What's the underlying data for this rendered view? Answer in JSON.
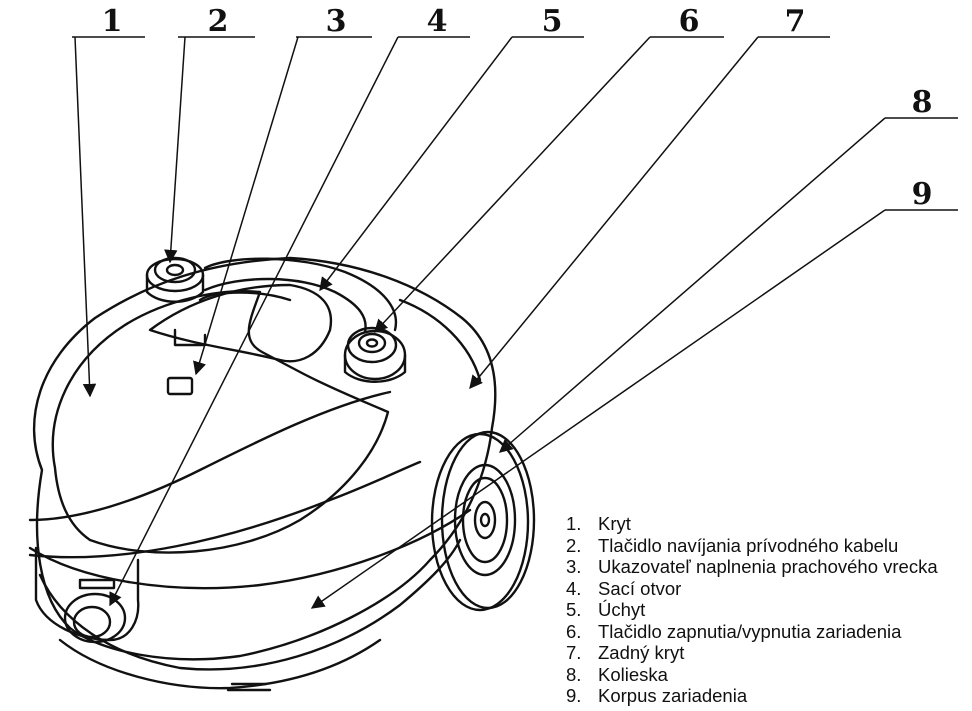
{
  "callouts": [
    "1",
    "2",
    "3",
    "4",
    "5",
    "6",
    "7",
    "8",
    "9"
  ],
  "legend": [
    {
      "num": "1.",
      "text": "Kryt"
    },
    {
      "num": "2.",
      "text": "Tlačidlo navíjania prívodného kabelu"
    },
    {
      "num": "3.",
      "text": "Ukazovateľ naplnenia prachového vrecka"
    },
    {
      "num": "4.",
      "text": "Sací otvor"
    },
    {
      "num": "5.",
      "text": "Úchyt"
    },
    {
      "num": "6.",
      "text": "Tlačidlo zapnutia/vypnutia zariadenia"
    },
    {
      "num": "7.",
      "text": "Zadný kryt"
    },
    {
      "num": "8.",
      "text": "Kolieska"
    },
    {
      "num": "9.",
      "text": "Korpus zariadenia"
    }
  ]
}
